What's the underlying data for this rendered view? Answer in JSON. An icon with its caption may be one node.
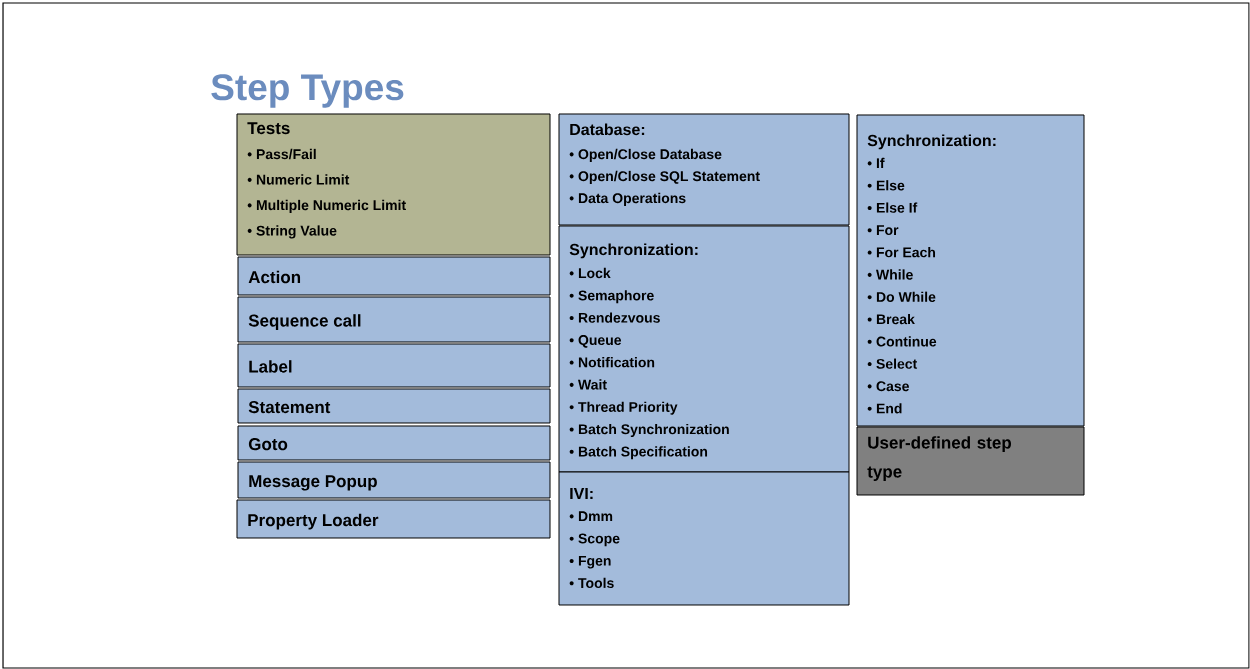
{
  "diagram": {
    "title": "Step Types",
    "nodes": [
      {
        "text": [
          "Tests",
          "• Pass/Fail",
          "• Numeric Limit",
          "• Multiple Numeric Limit",
          "• String Value"
        ]
      },
      {
        "text": [
          "Action"
        ]
      },
      {
        "text": [
          "Sequence call"
        ]
      },
      {
        "text": [
          "Label"
        ]
      },
      {
        "text": [
          "Statement"
        ]
      },
      {
        "text": [
          "Goto"
        ]
      },
      {
        "text": [
          "Message Popup"
        ]
      },
      {
        "text": [
          "Property Loader"
        ]
      },
      {
        "text": [
          "Database:",
          "• Open/Close Database",
          "• Open/Close SQL Statement",
          "• Data Operations"
        ]
      },
      {
        "text": [
          "Synchronization:",
          "• Lock",
          "• Semaphore",
          "• Rendezvous",
          "• Queue",
          "• Notification",
          "• Wait",
          "• Thread Priority",
          "• Batch Synchronization",
          "• Batch Specification"
        ]
      },
      {
        "text": [
          "IVI:",
          "• Dmm",
          "• Scope",
          "• Fgen",
          "• Tools"
        ]
      },
      {
        "text": [
          "Synchronization:",
          "• If",
          "• Else",
          "• Else If",
          "• For",
          "• For Each",
          "• While",
          "• Do While",
          "• Break",
          "• Continue",
          "• Select",
          "• Case",
          "• End"
        ]
      },
      {
        "text": [
          "User-defined step type"
        ]
      }
    ]
  }
}
